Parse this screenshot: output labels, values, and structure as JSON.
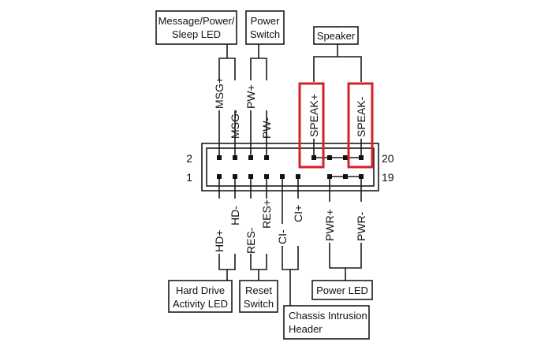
{
  "colors": {
    "line": "#1a1a1a",
    "highlight": "#d62128",
    "background": "#ffffff"
  },
  "boxes": {
    "msg_led": [
      "Message/Power/",
      "Sleep LED"
    ],
    "power_switch": [
      "Power",
      "Switch"
    ],
    "speaker": [
      "Speaker"
    ],
    "hdd_led": [
      "Hard Drive",
      "Activity LED"
    ],
    "reset_switch": [
      "Reset",
      "Switch"
    ],
    "chassis": [
      "Chassis Intrusion",
      "Header"
    ],
    "power_led": [
      "Power LED"
    ]
  },
  "top_pins": {
    "msg_plus": "MSG+",
    "msg_minus": "MSG-",
    "pw_plus": "PW+",
    "pw_minus": "PW-",
    "speak_plus": "SPEAK+",
    "speak_minus": "SPEAK-"
  },
  "bottom_pins": {
    "hd_plus": "HD+",
    "hd_minus": "HD-",
    "res_minus": "RES-",
    "res_plus": "RES+",
    "ci_minus": "CI-",
    "ci_plus": "CI+",
    "pwr_plus": "PWR+",
    "pwr_minus": "PWR-"
  },
  "pin_numbers": {
    "top_left": "2",
    "bottom_left": "1",
    "top_right": "20",
    "bottom_right": "19"
  },
  "icons": {
    "highlight": "red-highlight-frame",
    "pin": "pin-dot"
  }
}
